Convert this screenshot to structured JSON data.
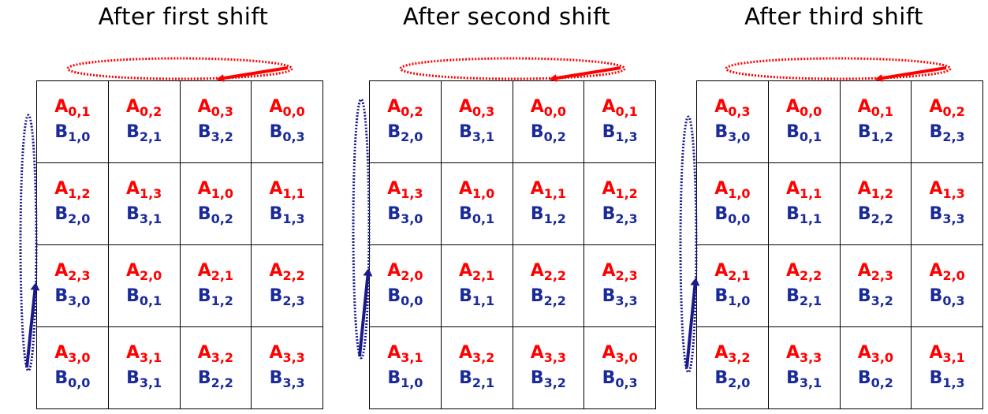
{
  "panels": [
    {
      "title": "After first shift",
      "cells": [
        [
          [
            "0,1",
            "1,0"
          ],
          [
            "0,2",
            "2,1"
          ],
          [
            "0,3",
            "3,2"
          ],
          [
            "0,0",
            "0,3"
          ]
        ],
        [
          [
            "1,2",
            "2,0"
          ],
          [
            "1,3",
            "3,1"
          ],
          [
            "1,0",
            "0,2"
          ],
          [
            "1,1",
            "1,3"
          ]
        ],
        [
          [
            "2,3",
            "3,0"
          ],
          [
            "2,0",
            "0,1"
          ],
          [
            "2,1",
            "1,2"
          ],
          [
            "2,2",
            "2,3"
          ]
        ],
        [
          [
            "3,0",
            "0,0"
          ],
          [
            "3,1",
            "3,1"
          ],
          [
            "3,2",
            "2,2"
          ],
          [
            "3,3",
            "3,3"
          ]
        ]
      ]
    },
    {
      "title": "After second shift",
      "cells": [
        [
          [
            "0,2",
            "2,0"
          ],
          [
            "0,3",
            "3,1"
          ],
          [
            "0,0",
            "0,2"
          ],
          [
            "0,1",
            "1,3"
          ]
        ],
        [
          [
            "1,3",
            "3,0"
          ],
          [
            "1,0",
            "0,1"
          ],
          [
            "1,1",
            "1,2"
          ],
          [
            "1,2",
            "2,3"
          ]
        ],
        [
          [
            "2,0",
            "0,0"
          ],
          [
            "2,1",
            "1,1"
          ],
          [
            "2,2",
            "2,2"
          ],
          [
            "2,3",
            "3,3"
          ]
        ],
        [
          [
            "3,1",
            "1,0"
          ],
          [
            "3,2",
            "2,1"
          ],
          [
            "3,3",
            "3,2"
          ],
          [
            "3,0",
            "0,3"
          ]
        ]
      ]
    },
    {
      "title": "After third shift",
      "cells": [
        [
          [
            "0,3",
            "3,0"
          ],
          [
            "0,0",
            "0,1"
          ],
          [
            "0,1",
            "1,2"
          ],
          [
            "0,2",
            "2,3"
          ]
        ],
        [
          [
            "1,0",
            "0,0"
          ],
          [
            "1,1",
            "1,1"
          ],
          [
            "1,2",
            "2,2"
          ],
          [
            "1,3",
            "3,3"
          ]
        ],
        [
          [
            "2,1",
            "1,0"
          ],
          [
            "2,2",
            "2,1"
          ],
          [
            "2,3",
            "3,2"
          ],
          [
            "2,0",
            "0,3"
          ]
        ],
        [
          [
            "3,2",
            "2,0"
          ],
          [
            "3,3",
            "3,1"
          ],
          [
            "3,0",
            "0,2"
          ],
          [
            "3,1",
            "1,3"
          ]
        ]
      ]
    }
  ],
  "letters": {
    "a": "A",
    "b": "B"
  },
  "colors": {
    "a": "#ff0000",
    "b": "#1a2a9a",
    "row_arrow": "#ff0000",
    "col_arrow": "#1a1a8c"
  }
}
